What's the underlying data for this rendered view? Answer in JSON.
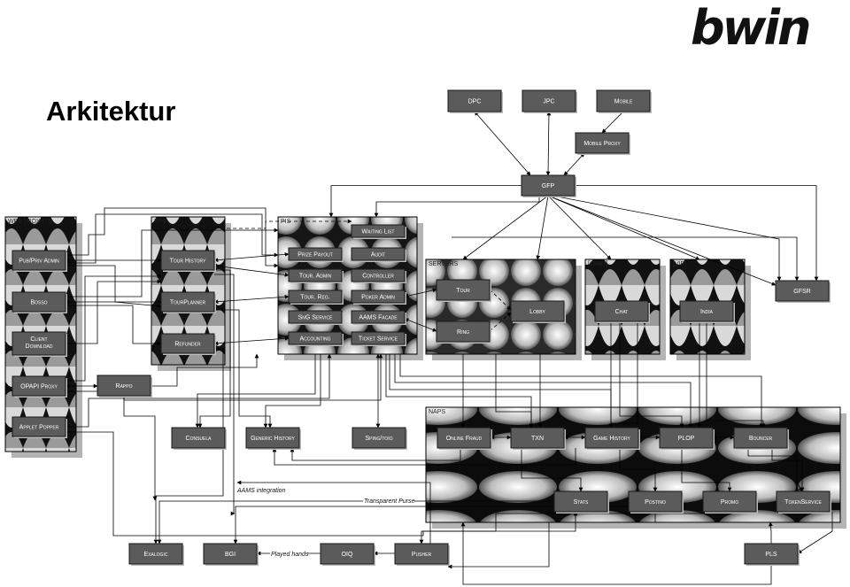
{
  "brand": {
    "logo_text": "bwin"
  },
  "page_title": "Arkitektur",
  "clusters": {
    "web_box": "WEB [IBOX (?)]",
    "tps": "TPS",
    "pis": "PIS",
    "servers": "SERVERS",
    "chat": "[CHAT]",
    "india": "[VIP]",
    "naps": "NAPS"
  },
  "nodes": {
    "dpc": "DPC",
    "jpc": "JPC",
    "mobile": "Mobile",
    "mobile_proxy": "Mobile Proxy",
    "gfp": "GFP",
    "gfsr": "GFSR",
    "pub_priv_admin": "Pub/Priv Admin",
    "bosso": "Bosso",
    "client_download": "Client Download",
    "opapi_proxy": "OPAPI Proxy",
    "applet_popper": "Applet Popper",
    "tour_history": "Tour History",
    "tourplanner": "TourPlanner",
    "refunder": "Refunder",
    "rappo": "Rappo",
    "waiting_list": "Waiting List",
    "prize_payout": "Prize Payout",
    "audit": "Audit",
    "tour_admin": "Tour. Admin",
    "controller": "Controller",
    "tour_reg": "Tour. Reg.",
    "poker_admin": "Poker Admin",
    "sng_service": "SnG Service",
    "aams_facade": "AAMS Facade",
    "accounting": "Accounting",
    "ticket_service": "Ticket Service",
    "tour": "Tour",
    "lobby": "Lobby",
    "ring": "Ring",
    "chat": "Chat",
    "india": "India",
    "consuela": "Consuela",
    "generic_history": "Generic History",
    "sping_toio": "Sping/toio",
    "online_fraud": "Online Fraud",
    "txn": "TXN",
    "game_history": "Game History",
    "plop": "PLOP",
    "bouncer": "Bouncer",
    "stats": "Stats",
    "postino": "Postino",
    "promo": "Promo",
    "tokenservice": "TokenService",
    "exalogic": "Exalogic",
    "bgi": "BGI",
    "oiq": "OIQ",
    "pusher": "Pusher",
    "pls": "PLS"
  },
  "edge_labels": {
    "aams_integration": "AAMS integration",
    "transparent_purse": "Transparent Purse",
    "played_hands": "Played hands"
  },
  "colors": {
    "node_fill": "#5b5b5b",
    "node_border": "#1a1a1a",
    "cluster_shadow": "#b4b4b4",
    "line": "#000000"
  }
}
